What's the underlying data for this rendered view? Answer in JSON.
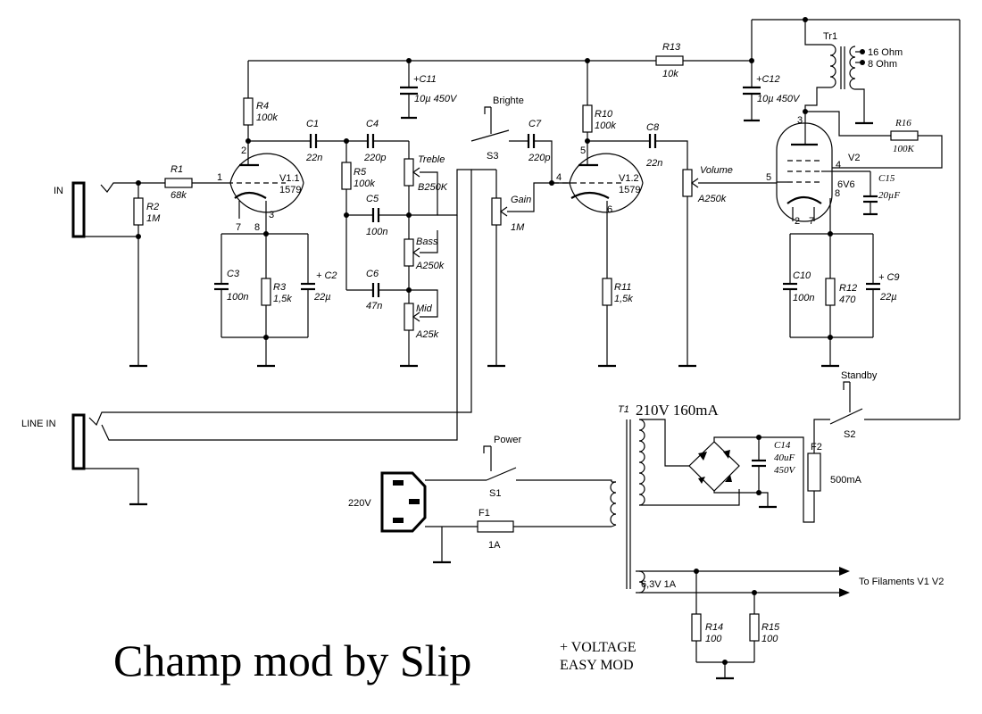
{
  "labels": {
    "in": "IN",
    "line_in": "LINE IN",
    "mains": "220V",
    "power": "Power",
    "s1": "S1",
    "f1": "F1",
    "f1_val": "1A",
    "t1": "T1",
    "t1_rating": "210V 160mA",
    "brighte": "Brighte",
    "s3": "S3",
    "standby": "Standby",
    "s2": "S2",
    "f2": "F2",
    "f2_val": "500mA",
    "tr1": "Tr1",
    "ohm16": "16 Ohm",
    "ohm8": "8 Ohm",
    "filament_tap": "6,3V 1A",
    "to_filaments": "To Filaments V1 V2"
  },
  "tubes": {
    "v1a_name": "V1.1",
    "v1a_type": "1579",
    "v1b_name": "V1.2",
    "v1b_type": "1579",
    "v2_name": "V2",
    "v2_type": "6V6"
  },
  "pins": {
    "v1a_plate": "2",
    "v1a_grid": "1",
    "v1a_cathode": "3",
    "v1a_h1": "7",
    "v1a_h2": "8",
    "v1b_plate": "5",
    "v1b_grid": "4",
    "v1b_cathode": "6",
    "v2_plate": "3",
    "v2_screen": "4",
    "v2_grid": "5",
    "v2_cathode": "8",
    "v2_h1": "2",
    "v2_h2": "7"
  },
  "components": {
    "r1": "R1",
    "r1_val": "68k",
    "r2": "R2",
    "r2_val": "1M",
    "r3": "R3",
    "r3_val": "1,5k",
    "r4": "R4",
    "r4_val": "100k",
    "r5": "R5",
    "r5_val": "100k",
    "r10": "R10",
    "r10_val": "100k",
    "r11": "R11",
    "r11_val": "1,5k",
    "r12": "R12",
    "r12_val": "470",
    "r13": "R13",
    "r13_val": "10k",
    "r14": "R14",
    "r14_val": "100",
    "r15": "R15",
    "r15_val": "100",
    "r16": "R16",
    "r16_val": "100K",
    "c1": "C1",
    "c1_val": "22n",
    "c2": "C2",
    "c2_val": "22µ",
    "c3": "C3",
    "c3_val": "100n",
    "c4": "C4",
    "c4_val": "220p",
    "c5": "C5",
    "c5_val": "100n",
    "c6": "C6",
    "c6_val": "47n",
    "c7": "C7",
    "c7_val": "220p",
    "c8": "C8",
    "c8_val": "22n",
    "c9": "C9",
    "c9_val": "22µ",
    "c10": "C10",
    "c10_val": "100n",
    "c11": "C11",
    "c11_val": "10µ 450V",
    "c12": "C12",
    "c12_val": "10µ 450V",
    "c14": "C14",
    "c14_val": "40uF",
    "c14_volt": "450V",
    "c15": "C15",
    "c15_val": "20µF",
    "treble": "Treble",
    "treble_val": "B250K",
    "bass": "Bass",
    "bass_val": "A250k",
    "mid": "Mid",
    "mid_val": "A25k",
    "gain": "Gain",
    "gain_val": "1M",
    "volume": "Volume",
    "volume_val": "A250k",
    "plus": "+"
  },
  "title": {
    "main": "Champ mod by Slip",
    "sub1": "+ VOLTAGE",
    "sub2": "EASY MOD"
  }
}
